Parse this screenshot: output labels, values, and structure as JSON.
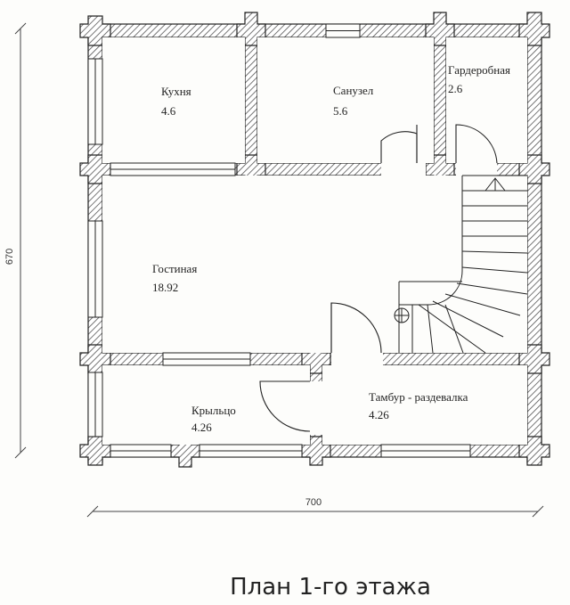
{
  "rooms": [
    {
      "name": "Кухня",
      "area": "4.6"
    },
    {
      "name": "Санузел",
      "area": "5.6"
    },
    {
      "name": "Гардеробная",
      "area": "2.6"
    },
    {
      "name": "Гостиная",
      "area": "18.92"
    },
    {
      "name": "Крыльцо",
      "area": "4.26"
    },
    {
      "name": "Тамбур - раздевалка",
      "area": "4.26"
    }
  ],
  "dimensions": {
    "width": "700",
    "height": "670"
  },
  "title": "План 1-го этажа",
  "colors": {
    "wall_hatch": "#555555",
    "line": "#222222",
    "background": "#fdfdfb"
  }
}
